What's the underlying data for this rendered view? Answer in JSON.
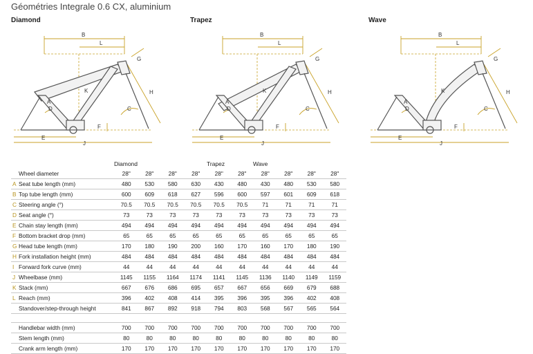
{
  "title": "Géométries Integrale 0.6 CX, aluminium",
  "frames": [
    "Diamond",
    "Trapez",
    "Wave"
  ],
  "diagram_letters": [
    "A",
    "B",
    "C",
    "D",
    "E",
    "F",
    "G",
    "H",
    "K",
    "J",
    "L"
  ],
  "table": {
    "group_headers": [
      "Diamond",
      "Trapez",
      "Wave"
    ],
    "rows": [
      {
        "letter": "",
        "label": "Wheel diameter",
        "values": [
          "28\"",
          "28\"",
          "28\"",
          "28\"",
          "28\"",
          "28\"",
          "28\"",
          "28\"",
          "28\"",
          "28\""
        ]
      },
      {
        "letter": "A",
        "label": "Seat tube length (mm)",
        "values": [
          "480",
          "530",
          "580",
          "630",
          "430",
          "480",
          "430",
          "480",
          "530",
          "580"
        ]
      },
      {
        "letter": "B",
        "label": "Top tube length (mm)",
        "values": [
          "600",
          "609",
          "618",
          "627",
          "596",
          "600",
          "597",
          "601",
          "609",
          "618"
        ]
      },
      {
        "letter": "C",
        "label": "Steering angle (°)",
        "values": [
          "70.5",
          "70.5",
          "70.5",
          "70.5",
          "70.5",
          "70.5",
          "71",
          "71",
          "71",
          "71"
        ]
      },
      {
        "letter": "D",
        "label": "Seat angle (°)",
        "values": [
          "73",
          "73",
          "73",
          "73",
          "73",
          "73",
          "73",
          "73",
          "73",
          "73"
        ]
      },
      {
        "letter": "E",
        "label": "Chain stay length (mm)",
        "values": [
          "494",
          "494",
          "494",
          "494",
          "494",
          "494",
          "494",
          "494",
          "494",
          "494"
        ]
      },
      {
        "letter": "F",
        "label": "Bottom bracket drop (mm)",
        "values": [
          "65",
          "65",
          "65",
          "65",
          "65",
          "65",
          "65",
          "65",
          "65",
          "65"
        ]
      },
      {
        "letter": "G",
        "label": "Head tube length (mm)",
        "values": [
          "170",
          "180",
          "190",
          "200",
          "160",
          "170",
          "160",
          "170",
          "180",
          "190"
        ]
      },
      {
        "letter": "H",
        "label": "Fork installation height (mm)",
        "values": [
          "484",
          "484",
          "484",
          "484",
          "484",
          "484",
          "484",
          "484",
          "484",
          "484"
        ]
      },
      {
        "letter": "I",
        "label": "Forward fork curve (mm)",
        "values": [
          "44",
          "44",
          "44",
          "44",
          "44",
          "44",
          "44",
          "44",
          "44",
          "44"
        ]
      },
      {
        "letter": "J",
        "label": "Wheelbase (mm)",
        "values": [
          "1145",
          "1155",
          "1164",
          "1174",
          "1141",
          "1145",
          "1136",
          "1140",
          "1149",
          "1159"
        ]
      },
      {
        "letter": "K",
        "label": "Stack (mm)",
        "values": [
          "667",
          "676",
          "686",
          "695",
          "657",
          "667",
          "656",
          "669",
          "679",
          "688"
        ]
      },
      {
        "letter": "L",
        "label": "Reach (mm)",
        "values": [
          "396",
          "402",
          "408",
          "414",
          "395",
          "396",
          "395",
          "396",
          "402",
          "408"
        ]
      },
      {
        "letter": "",
        "label": "Standover/step-through height",
        "values": [
          "841",
          "867",
          "892",
          "918",
          "794",
          "803",
          "568",
          "567",
          "565",
          "564"
        ]
      }
    ],
    "rows2": [
      {
        "letter": "",
        "label": "Handlebar width (mm)",
        "values": [
          "700",
          "700",
          "700",
          "700",
          "700",
          "700",
          "700",
          "700",
          "700",
          "700"
        ]
      },
      {
        "letter": "",
        "label": "Stem length (mm)",
        "values": [
          "80",
          "80",
          "80",
          "80",
          "80",
          "80",
          "80",
          "80",
          "80",
          "80"
        ]
      },
      {
        "letter": "",
        "label": "Crank arm length (mm)",
        "values": [
          "170",
          "170",
          "170",
          "170",
          "170",
          "170",
          "170",
          "170",
          "170",
          "170"
        ]
      }
    ]
  }
}
